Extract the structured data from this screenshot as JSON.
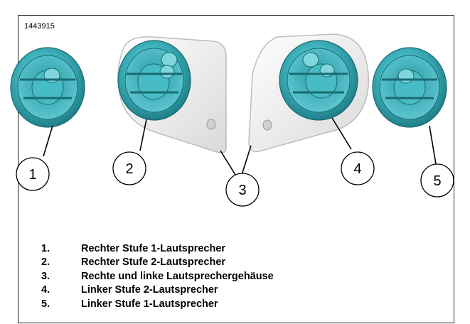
{
  "figure": {
    "id": "1443915",
    "callouts": [
      "1",
      "2",
      "3",
      "4",
      "5"
    ]
  },
  "legend": [
    {
      "num": "1.",
      "text": "Rechter Stufe 1-Lautsprecher"
    },
    {
      "num": "2.",
      "text": "Rechter Stufe 2-Lautsprecher"
    },
    {
      "num": "3.",
      "text": "Rechte und linke Lautsprechergehäuse"
    },
    {
      "num": "4.",
      "text": "Linker Stufe 2-Lautsprecher"
    },
    {
      "num": "5.",
      "text": "Linker Stufe 1-Lautsprecher"
    }
  ],
  "colors": {
    "speaker_teal": "#3fb3bd",
    "speaker_dark": "#1f7f89",
    "housing": "#f2f2f2",
    "line": "#000000"
  }
}
